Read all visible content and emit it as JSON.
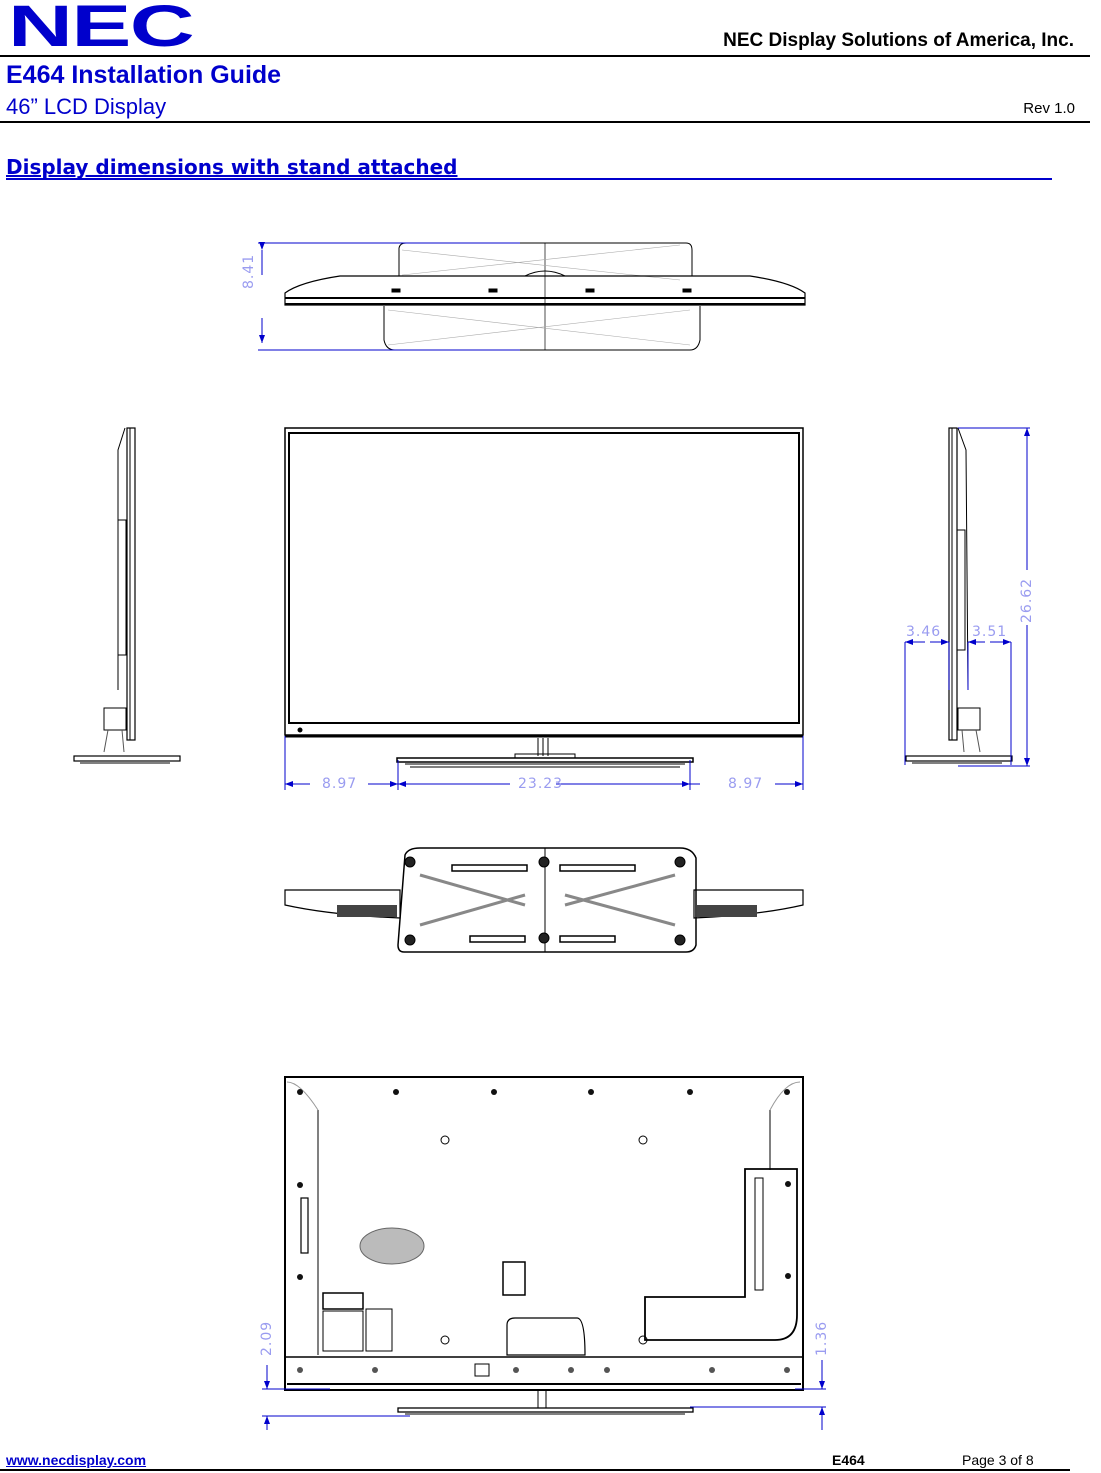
{
  "header": {
    "logo": "NEC",
    "company": "NEC Display Solutions of America, Inc.",
    "title": "E464 Installation Guide",
    "subtitle": "46” LCD Display",
    "revision": "Rev 1.0"
  },
  "section": {
    "heading": "Display dimensions with stand attached"
  },
  "drawings": {
    "top_view": {
      "depth": "8.41"
    },
    "front_view": {
      "left_offset": "8.97",
      "stand_width": "23.23",
      "right_offset": "8.97"
    },
    "side_view": {
      "front_depth": "3.46",
      "rear_depth": "3.51",
      "height": "26.62"
    },
    "rear_view": {
      "left_clearance": "2.09",
      "right_clearance": "1.36"
    }
  },
  "colors": {
    "brand_blue": "#0000cc",
    "dimension_line": "#0000cc",
    "dimension_text": "#9a9cf0"
  },
  "footer": {
    "website": "www.necdisplay.com",
    "model": "E464",
    "page": "Page 3 of 8"
  }
}
